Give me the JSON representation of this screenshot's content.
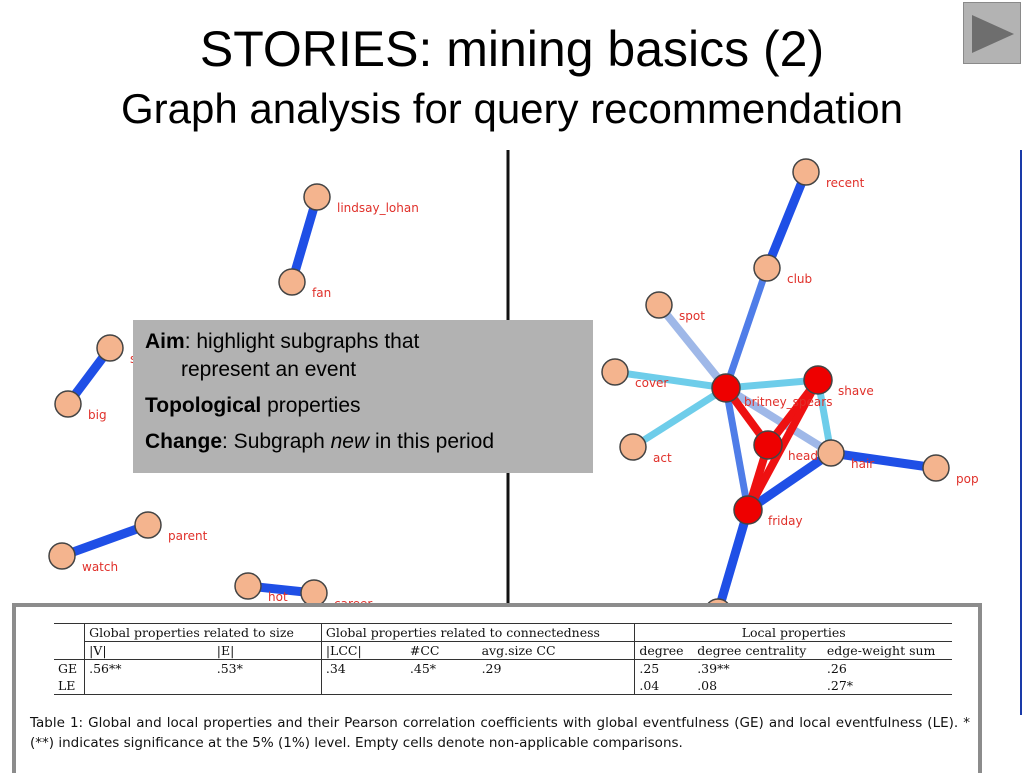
{
  "slide": {
    "title": "STORIES: mining basics (2)",
    "subtitle": "Graph analysis for query recommendation"
  },
  "nav": {
    "next_icon": "play-triangle-icon"
  },
  "aim_box": {
    "aim_label": "Aim",
    "aim_text_1": ": highlight subgraphs that",
    "aim_text_2": "represent an event",
    "topological_label": "Topological",
    "topological_text": " properties",
    "change_label": "Change",
    "change_text_1": ": Subgraph ",
    "change_emph": "new",
    "change_text_2": " in this period"
  },
  "graph": {
    "colors": {
      "node_fill": "#f4b48e",
      "node_stroke": "#444444",
      "event_node": "#ee0000",
      "dark_edge": "#1f4fe6",
      "mid_edge": "#4f7de8",
      "light_edge": "#6ecdea",
      "pale_edge": "#9fb8e8",
      "event_edge": "#ee1111",
      "label": "#e0302a"
    },
    "nodes": [
      {
        "id": "lindsay_lohan",
        "label": "lindsay_lohan",
        "event": false
      },
      {
        "id": "fan",
        "label": "fan",
        "event": false
      },
      {
        "id": "s",
        "label": "s",
        "event": false
      },
      {
        "id": "big",
        "label": "big",
        "event": false
      },
      {
        "id": "parent",
        "label": "parent",
        "event": false
      },
      {
        "id": "watch",
        "label": "watch",
        "event": false
      },
      {
        "id": "hot",
        "label": "hot",
        "event": false
      },
      {
        "id": "career",
        "label": "career",
        "event": false
      },
      {
        "id": "recent",
        "label": "recent",
        "event": false
      },
      {
        "id": "club",
        "label": "club",
        "event": false
      },
      {
        "id": "spot",
        "label": "spot",
        "event": false
      },
      {
        "id": "cover",
        "label": "cover",
        "event": false
      },
      {
        "id": "britney_spears",
        "label": "britney_spears",
        "event": true
      },
      {
        "id": "shave",
        "label": "shave",
        "event": true
      },
      {
        "id": "act",
        "label": "act",
        "event": false
      },
      {
        "id": "head",
        "label": "head",
        "event": true
      },
      {
        "id": "hair",
        "label": "hair",
        "event": false
      },
      {
        "id": "pop",
        "label": "pop",
        "event": false
      },
      {
        "id": "friday",
        "label": "friday",
        "event": true
      },
      {
        "id": "bottom",
        "label": "",
        "event": false
      }
    ],
    "edges": [
      {
        "s": "lindsay_lohan",
        "t": "fan",
        "type": "dark"
      },
      {
        "s": "s",
        "t": "big",
        "type": "dark"
      },
      {
        "s": "parent",
        "t": "watch",
        "type": "dark"
      },
      {
        "s": "hot",
        "t": "career",
        "type": "dark"
      },
      {
        "s": "recent",
        "t": "club",
        "type": "dark"
      },
      {
        "s": "club",
        "t": "britney_spears",
        "type": "mid"
      },
      {
        "s": "spot",
        "t": "britney_spears",
        "type": "pale"
      },
      {
        "s": "cover",
        "t": "britney_spears",
        "type": "light"
      },
      {
        "s": "act",
        "t": "britney_spears",
        "type": "light"
      },
      {
        "s": "britney_spears",
        "t": "shave",
        "type": "light"
      },
      {
        "s": "britney_spears",
        "t": "hair",
        "type": "pale"
      },
      {
        "s": "shave",
        "t": "hair",
        "type": "light"
      },
      {
        "s": "hair",
        "t": "pop",
        "type": "dark"
      },
      {
        "s": "hair",
        "t": "friday",
        "type": "dark"
      },
      {
        "s": "britney_spears",
        "t": "friday",
        "type": "mid"
      },
      {
        "s": "friday",
        "t": "bottom",
        "type": "dark"
      },
      {
        "s": "britney_spears",
        "t": "head",
        "type": "event"
      },
      {
        "s": "shave",
        "t": "head",
        "type": "event"
      },
      {
        "s": "head",
        "t": "friday",
        "type": "event"
      },
      {
        "s": "shave",
        "t": "friday",
        "type": "event"
      }
    ]
  },
  "table": {
    "group_global_size": "Global properties related to size",
    "group_global_conn": "Global properties related to connectedness",
    "group_local": "Local properties",
    "col_v": "|V|",
    "col_e": "|E|",
    "col_lcc": "|LCC|",
    "col_cc": "#CC",
    "col_avgcc": "avg.size CC",
    "col_degree": "degree",
    "col_degcent": "degree centrality",
    "col_ews": "edge-weight sum",
    "rows": [
      {
        "label": "GE",
        "v": ".56**",
        "e": ".53*",
        "lcc": ".34",
        "cc": ".45*",
        "avg": ".29",
        "deg": ".25",
        "dc": ".39**",
        "ews": ".26"
      },
      {
        "label": "LE",
        "v": "",
        "e": "",
        "lcc": "",
        "cc": "",
        "avg": "",
        "deg": ".04",
        "dc": ".08",
        "ews": ".27*"
      }
    ],
    "caption": "Table 1: Global and local properties and their Pearson correlation coefficients with global eventfulness (GE) and local eventfulness (LE). * (**) indicates significance at the 5% (1%) level. Empty cells denote non-applicable comparisons."
  }
}
